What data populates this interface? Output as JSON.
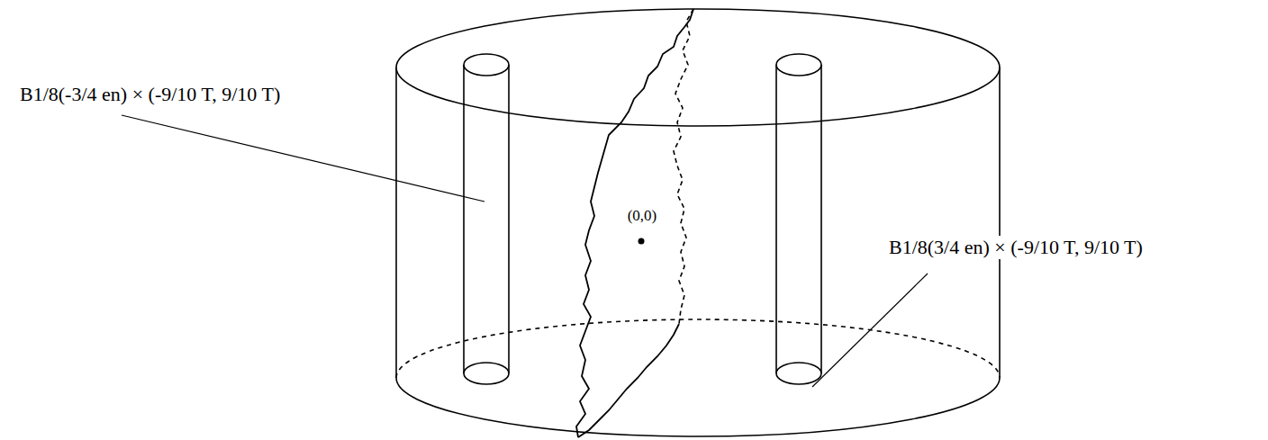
{
  "diagram": {
    "labels": [
      "B1/8(-3/4 en) × (-9/10 T, 9/10 T)",
      "(0,0)",
      "B1/8(3/4 en) × (-9/10 T, 9/10 T)"
    ]
  }
}
